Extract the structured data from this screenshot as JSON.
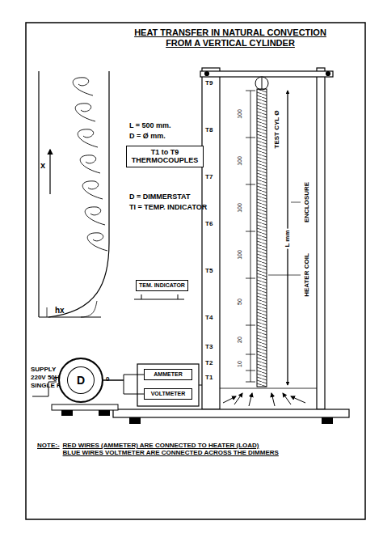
{
  "diagram": {
    "title": "HEAT TRANSFER IN NATURAL CONVECTION FROM A VERTICAL CYLINDER",
    "nodes": [
      {
        "text": [
          "T1 to T9 THERMOCOUPLES"
        ]
      },
      {
        "text": [
          "TEM. INDICATOR"
        ]
      },
      {
        "text": [
          "D"
        ]
      },
      {
        "text": [
          "AMMETER"
        ]
      },
      {
        "text": [
          "VOLTMETER"
        ]
      },
      {
        "text": [
          "NOTE:-",
          "RED WIRES (AMMETER) ARE CONNECTED TO HEATER (LOAD)",
          "BLUE WIRES VOLTMETER ARE CONNECTED ACROSS THE DIMMERS"
        ]
      }
    ],
    "edges": [
      {
        "from": 2,
        "to": 3,
        "arrow": "none"
      },
      {
        "from": 2,
        "to": 4,
        "arrow": "none"
      }
    ],
    "labels": [
      "x",
      "hx",
      "L = 500 mm.",
      "D = Ø mm.",
      "D = DIMMERSTAT",
      "TI = TEMP. INDICATOR",
      "SUPPLY",
      "220V 50Hz",
      "SINGLE PH.",
      "0",
      "0",
      "T9",
      "T8",
      "T7",
      "T6",
      "T5",
      "T4",
      "T3",
      "T2",
      "T1",
      "100",
      "100",
      "100",
      "100",
      "50",
      "20",
      "10",
      "L mm",
      "TEST CYL Ø",
      "ENCLOSURE",
      "HEATER COIL"
    ]
  }
}
